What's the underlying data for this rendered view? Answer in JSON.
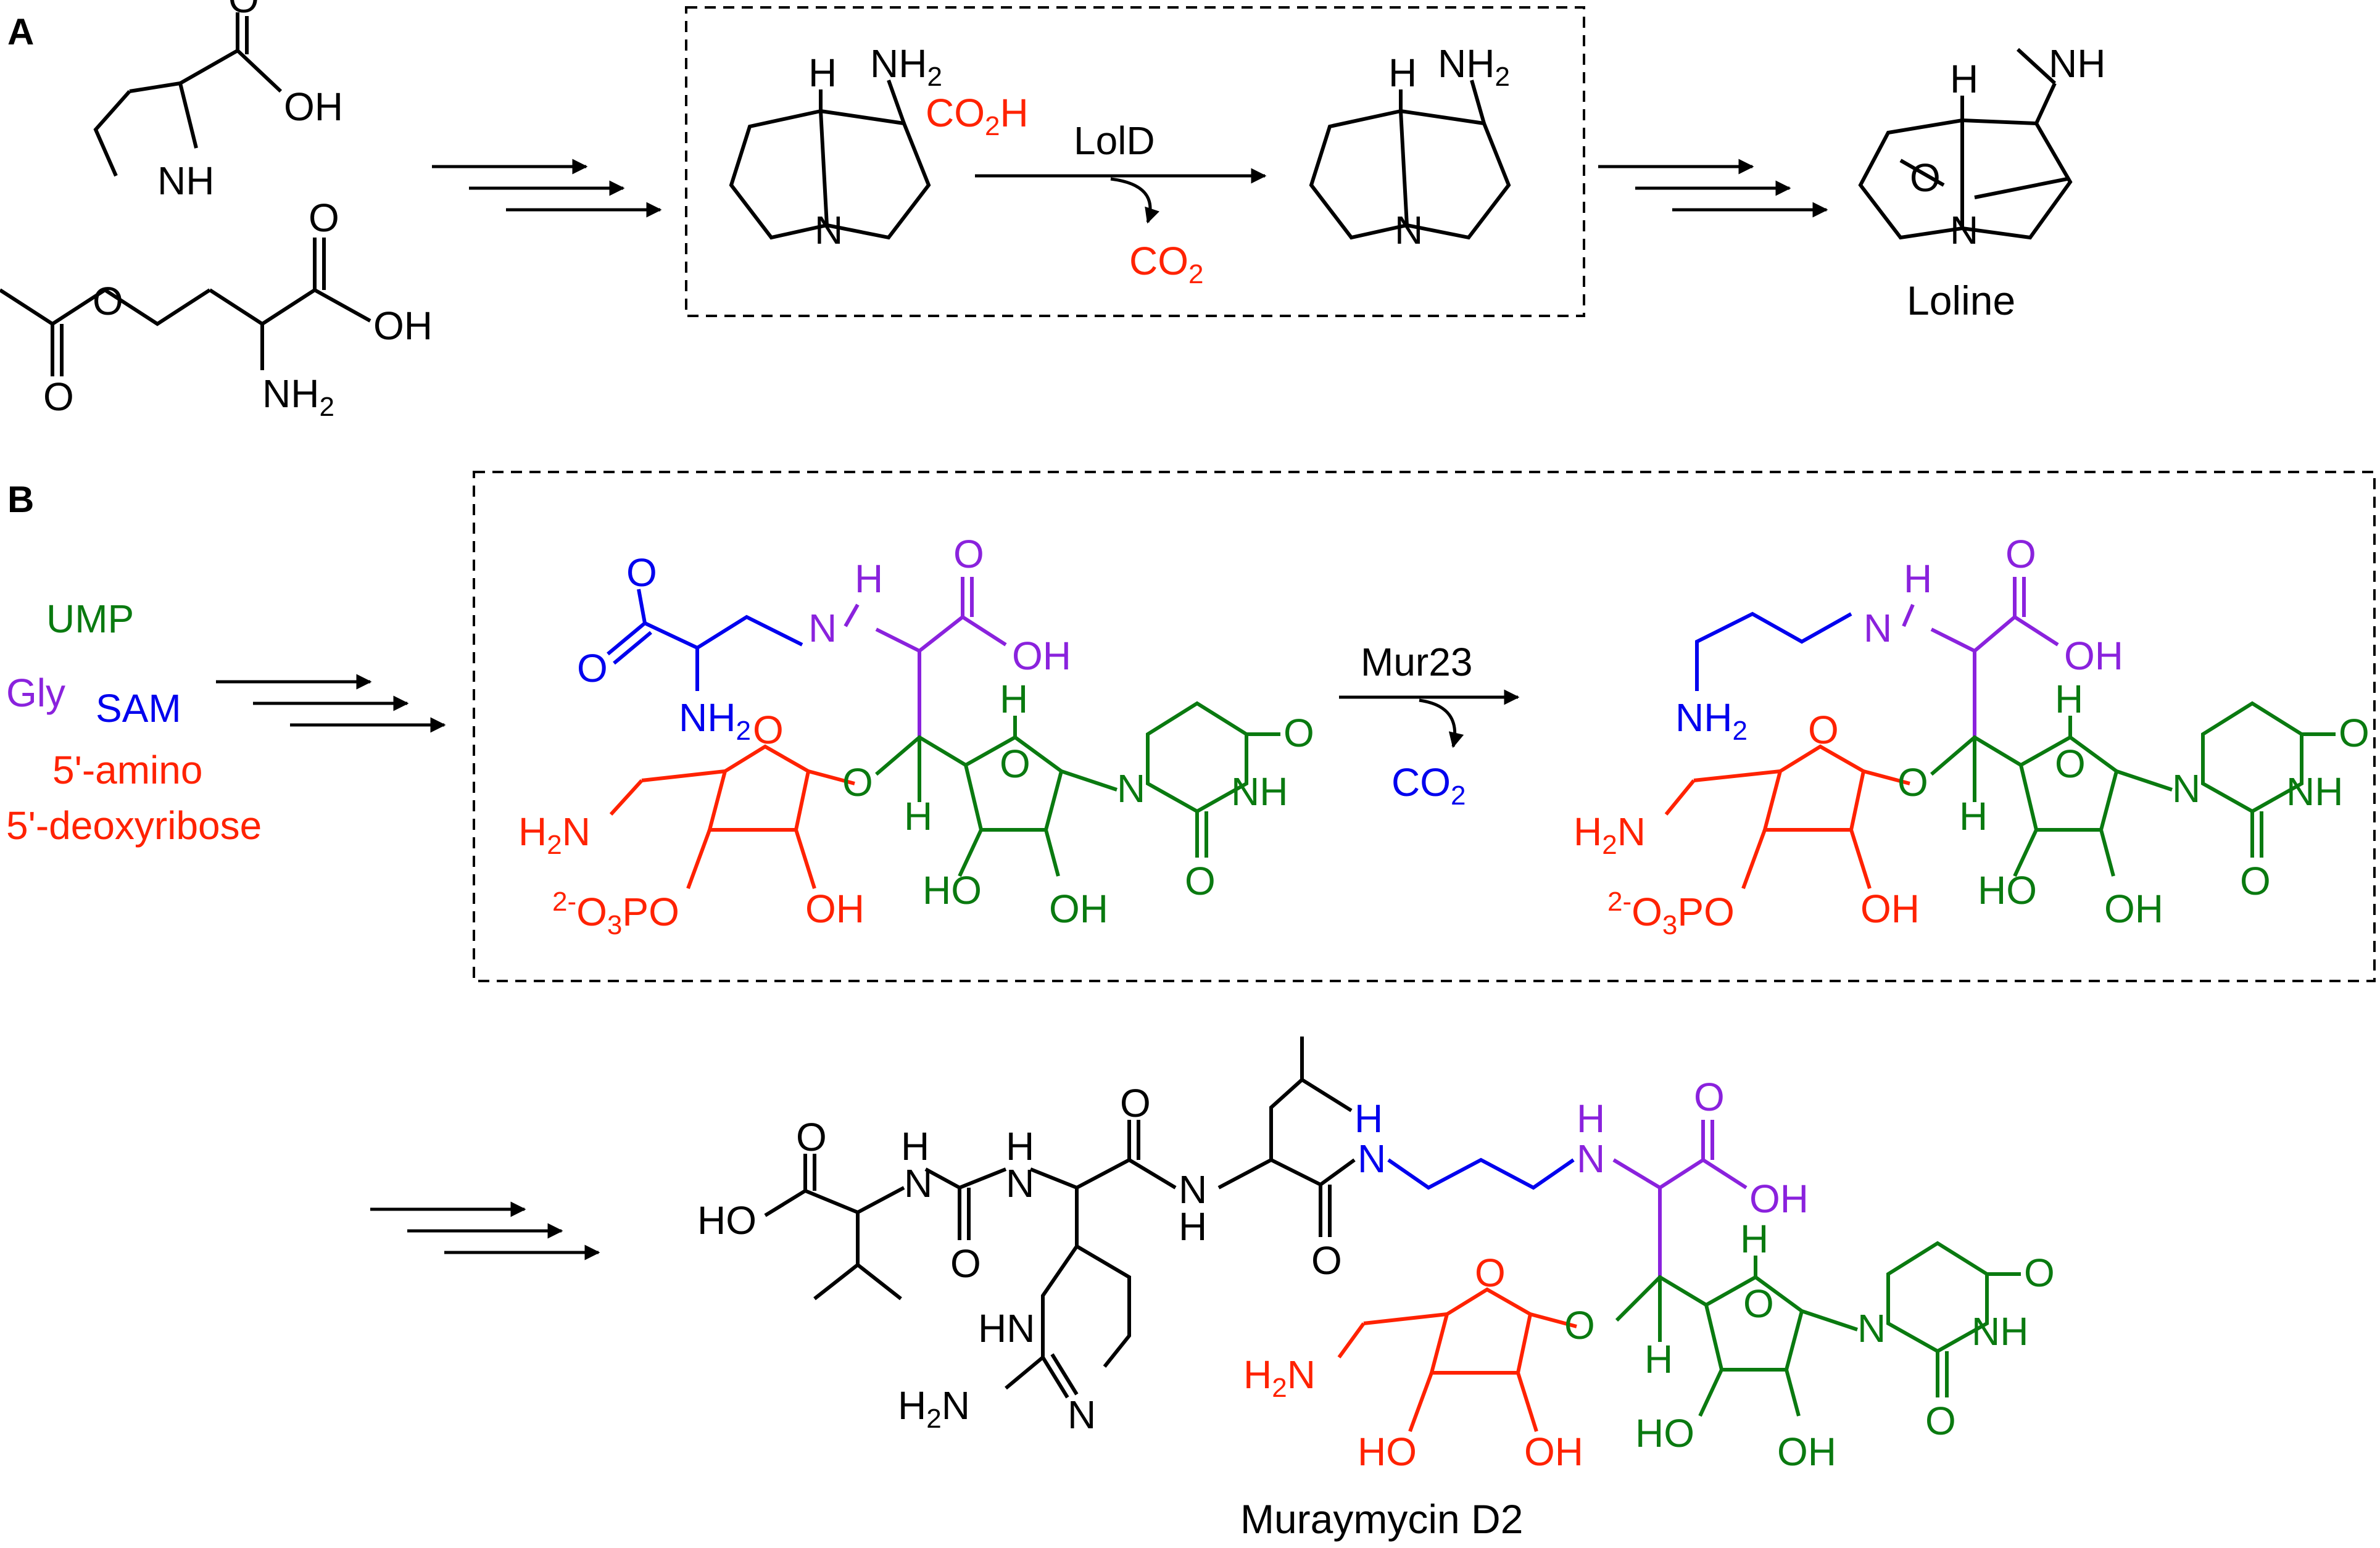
{
  "panels": {
    "a": "A",
    "b": "B"
  },
  "colors": {
    "black": "#000000",
    "red": "#ff2200",
    "blue": "#0000ee",
    "purple": "#8a22dd",
    "green": "#0a7a10"
  },
  "section_a": {
    "proline": {
      "cooh": "OH",
      "nh": "NH"
    },
    "acetylhomoserine": {
      "o_keto": "O",
      "o_ester": "O",
      "o_acid": "O",
      "oh": "OH",
      "nh2": "NH",
      "nh2_sub": "2"
    },
    "substrate": {
      "h": "H",
      "nh2": "NH",
      "nh2_sub": "2",
      "co2h_a": "CO",
      "co2h_sub": "2",
      "co2h_b": "H",
      "n": "N"
    },
    "enzyme": "LolD",
    "byproduct": {
      "a": "CO",
      "sub": "2"
    },
    "product": {
      "h": "H",
      "nh2": "NH",
      "nh2_sub": "2",
      "n": "N"
    },
    "loline": {
      "h": "H",
      "nh": "NH",
      "o": "O",
      "n": "N",
      "name": "Loline"
    }
  },
  "section_b": {
    "precursors": {
      "ump": "UMP",
      "gly": "Gly",
      "sam": "SAM",
      "amino_line1": "5'-amino",
      "amino_line2": "5'-deoxyribose"
    },
    "substrate": {
      "o_minus": "O",
      "o_carbonyl": "O",
      "nh2": "NH",
      "nh2_sub": "2",
      "nh": "H",
      "nh_n": "N",
      "cooh_o": "O",
      "cooh_oh": "OH",
      "h2n": "H",
      "h2n_sub": "2",
      "h2n_n": "N",
      "ring_o1": "O",
      "linker_o": "O",
      "h_top": "H",
      "h_bottom": "H",
      "ring_o2": "O",
      "n1": "N",
      "o_top": "O",
      "nh3": "NH",
      "o_bottom": "O",
      "phos_sup": "2-",
      "phos_a": "O",
      "phos_sub": "3",
      "phos_b": "PO",
      "oh1": "OH",
      "ho": "HO",
      "oh2": "OH"
    },
    "enzyme": "Mur23",
    "byproduct": {
      "a": "CO",
      "sub": "2"
    },
    "product": {
      "nh2": "NH",
      "nh2_sub": "2",
      "nh": "H",
      "nh_n": "N",
      "cooh_o": "O",
      "cooh_oh": "OH",
      "h2n": "H",
      "h2n_sub": "2",
      "h2n_n": "N",
      "ring_o1": "O",
      "linker_o": "O",
      "h_top": "H",
      "h_bottom": "H",
      "ring_o2": "O",
      "n1": "N",
      "o_top": "O",
      "nh3": "NH",
      "o_bottom": "O",
      "phos_sup": "2-",
      "phos_a": "O",
      "phos_sub": "3",
      "phos_b": "PO",
      "oh1": "OH",
      "ho": "HO",
      "oh2": "OH"
    },
    "muraymycin": {
      "o1": "O",
      "ho": "HO",
      "nh_urea1": "N",
      "nh_urea1_h": "H",
      "o_urea": "O",
      "nh_urea2": "N",
      "nh_urea2_h": "H",
      "o2": "O",
      "nh_amide": "N",
      "nh_amide_h": "H",
      "o3": "O",
      "nh_blue": "N",
      "nh_blue_h": "H",
      "nh_purple": "N",
      "nh_purple_h": "H",
      "cooh_o": "O",
      "cooh_oh": "OH",
      "hn": "HN",
      "h2n": "H",
      "h2n_sub": "2",
      "h2n_n": "N",
      "n_ring": "N",
      "red_h2n": "H",
      "red_h2n_sub": "2",
      "red_h2n_n": "N",
      "ring_o1": "O",
      "linker_o": "O",
      "h_top": "H",
      "h_bottom": "H",
      "ring_o2": "O",
      "n1": "N",
      "o_top": "O",
      "nh3": "NH",
      "o_bottom": "O",
      "ho_red": "HO",
      "oh_red": "OH",
      "ho_green": "HO",
      "oh_green": "OH",
      "name": "Muraymycin D2"
    }
  }
}
